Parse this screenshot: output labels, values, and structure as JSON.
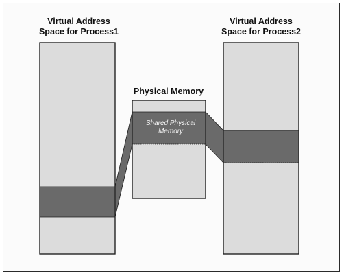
{
  "process1": {
    "title_line1": "Virtual Address",
    "title_line2": "Space for Process1"
  },
  "process2": {
    "title_line1": "Virtual Address",
    "title_line2": "Space for Process2"
  },
  "physical_memory": {
    "title": "Physical Memory"
  },
  "shared_region": {
    "label_line1": "Shared Physical",
    "label_line2": "Memory"
  },
  "colors": {
    "box_fill": "#dcdcdc",
    "shared_fill": "#6a6a6a",
    "outline": "#1e1e1e",
    "frame": "#2a2a2a"
  }
}
